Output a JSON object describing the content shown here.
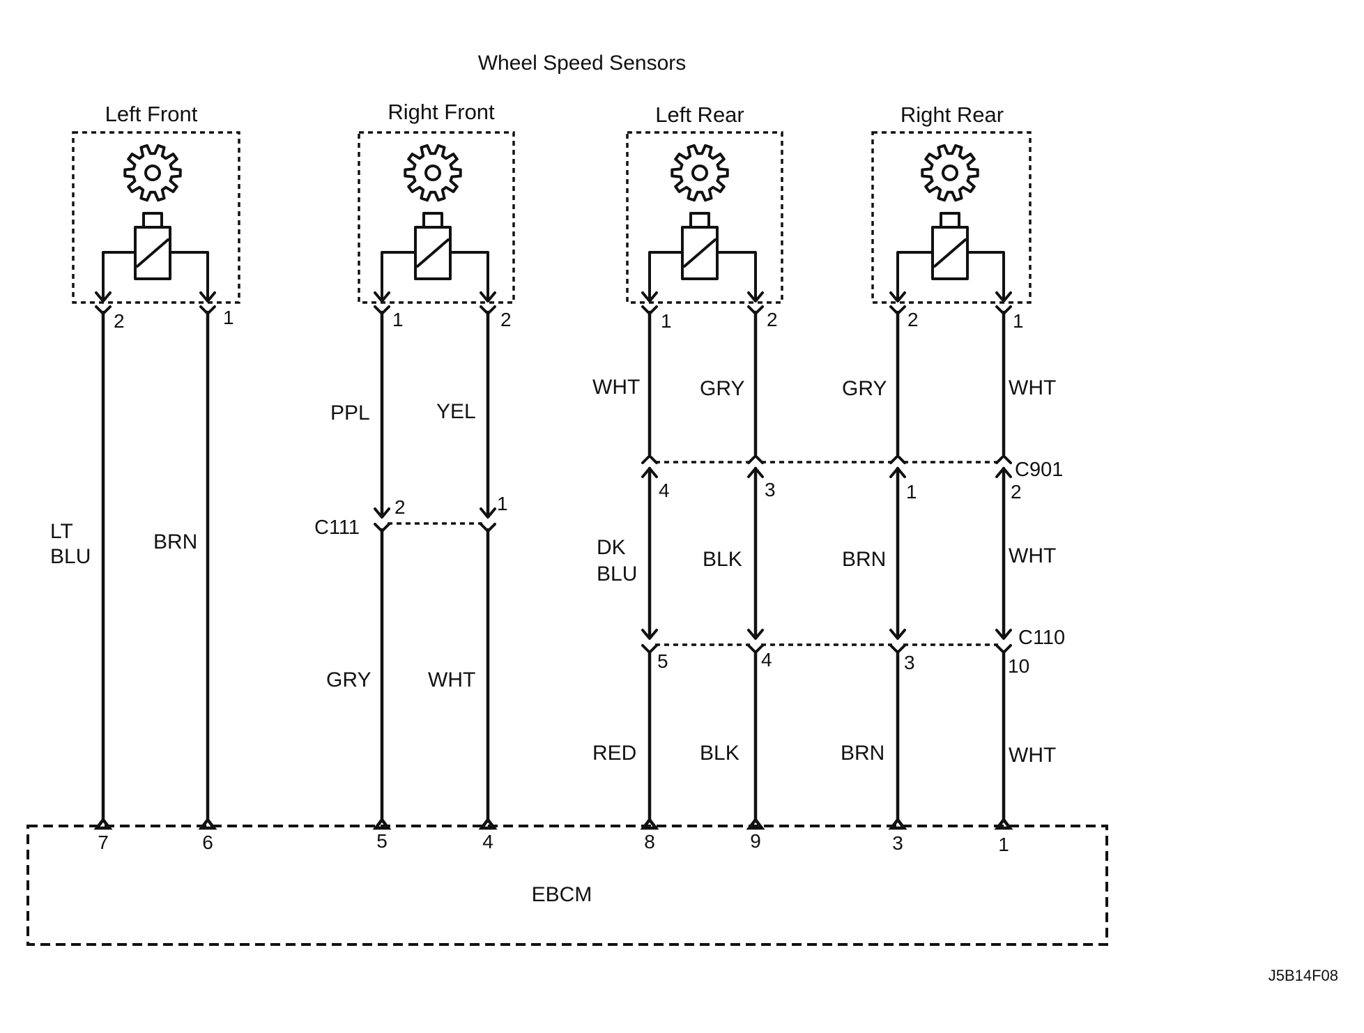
{
  "title": "Wheel Speed Sensors",
  "sensors": [
    {
      "name": "Left Front",
      "pins": [
        "2",
        "1"
      ]
    },
    {
      "name": "Right Front",
      "pins": [
        "1",
        "2"
      ]
    },
    {
      "name": "Left Rear",
      "pins": [
        "1",
        "2"
      ]
    },
    {
      "name": "Right Rear",
      "pins": [
        "2",
        "1"
      ]
    }
  ],
  "wire_colors": {
    "lf_1": "LT",
    "lf_1b": "BLU",
    "lf_2": "BRN",
    "rf_1_top": "PPL",
    "rf_2_top": "YEL",
    "rf_1_bot": "GRY",
    "rf_2_bot": "WHT",
    "lr_1_top": "WHT",
    "lr_2_top": "GRY",
    "rr_2_top": "GRY",
    "rr_1_top": "WHT",
    "lr_1_mid": "DK",
    "lr_1_midb": "BLU",
    "lr_2_mid": "BLK",
    "rr_2_mid": "BRN",
    "rr_1_mid": "WHT",
    "lr_1_bot": "RED",
    "lr_2_bot": "BLK",
    "rr_2_bot": "BRN",
    "rr_1_bot": "WHT"
  },
  "connectors": {
    "c111": {
      "name": "C111",
      "pins": [
        "2",
        "1"
      ]
    },
    "c901": {
      "name": "C901",
      "pins": [
        "4",
        "3",
        "1",
        "2"
      ]
    },
    "c110": {
      "name": "C110",
      "pins": [
        "5",
        "4",
        "3",
        "10"
      ]
    }
  },
  "module": {
    "name": "EBCM",
    "pins": [
      "7",
      "6",
      "5",
      "4",
      "8",
      "9",
      "3",
      "1"
    ]
  },
  "figure_id": "J5B14F08"
}
